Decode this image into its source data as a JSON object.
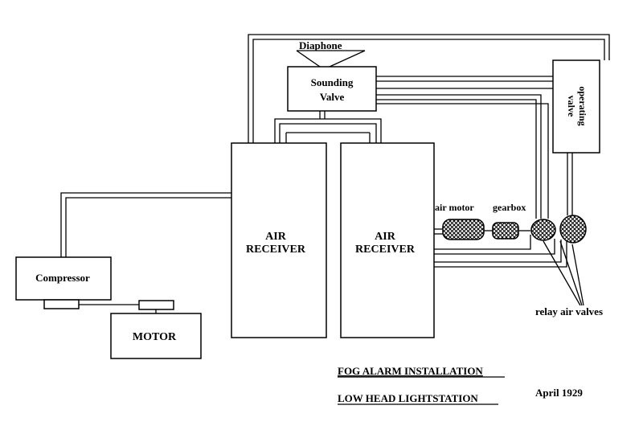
{
  "diagram": {
    "components": {
      "diaphone": "Diaphone",
      "sounding_valve": [
        "Sounding",
        "Valve"
      ],
      "operating_valve": [
        "operating",
        "valve"
      ],
      "air_receiver_1": [
        "AIR",
        "RECEIVER"
      ],
      "air_receiver_2": [
        "AIR",
        "RECEIVER"
      ],
      "air_motor": "air motor",
      "gearbox": "gearbox",
      "compressor": "Compressor",
      "motor": "MOTOR",
      "relay_air_valves": "relay air valves"
    },
    "caption": {
      "line1": "FOG ALARM INSTALLATION",
      "line2": "LOW HEAD LIGHTSTATION",
      "date": "April 1929"
    }
  },
  "colors": {
    "ink": "#000000",
    "paper": "#ffffff"
  }
}
